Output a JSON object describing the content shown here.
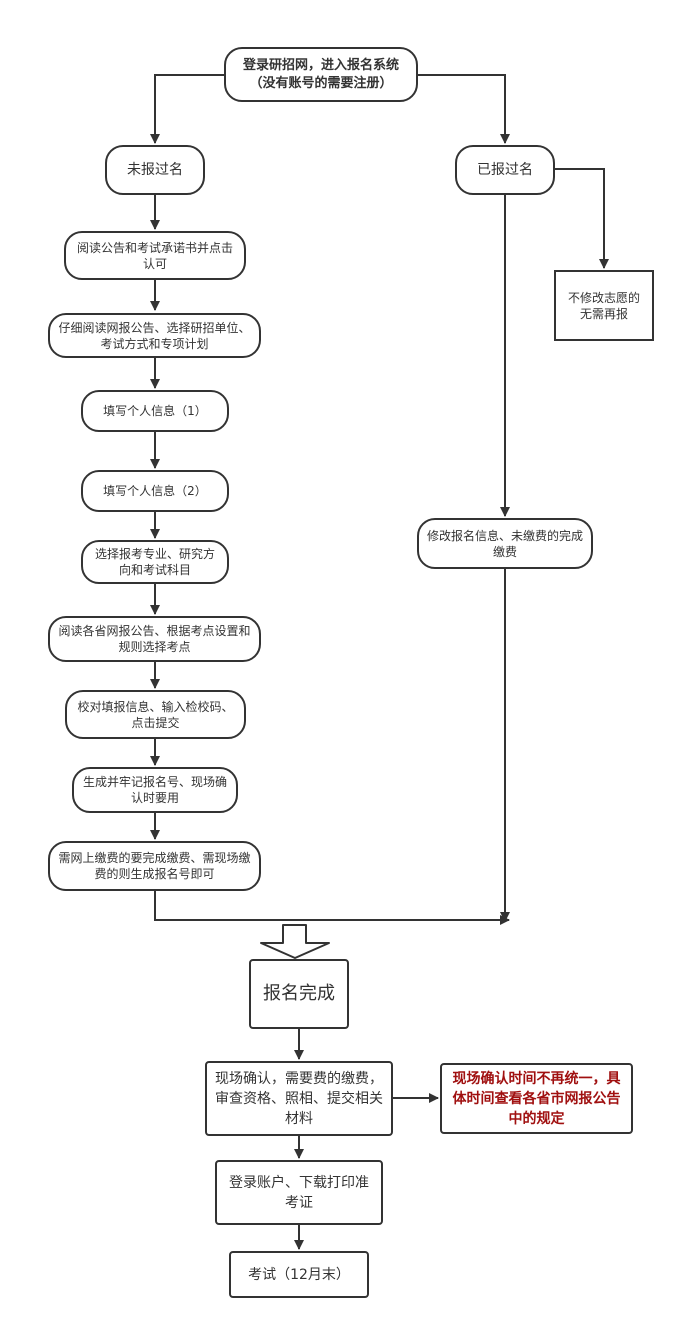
{
  "start": "登录研招网，进入报名系统（没有账号的需要注册）",
  "left_branch": {
    "title": "未报过名",
    "steps": [
      "阅读公告和考试承诺书并点击认可",
      "仔细阅读网报公告、选择研招单位、考试方式和专项计划",
      "填写个人信息（1）",
      "填写个人信息（2）",
      "选择报考专业、研究方向和考试科目",
      "阅读各省网报公告、根据考点设置和规则选择考点",
      "校对填报信息、输入检校码、点击提交",
      "生成并牢记报名号、现场确认时要用",
      "需网上缴费的要完成缴费、需现场缴费的则生成报名号即可"
    ]
  },
  "right_branch": {
    "title": "已报过名",
    "no_change": "不修改志愿的无需再报",
    "modify": "修改报名信息、未缴费的完成缴费"
  },
  "complete": "报名完成",
  "confirm": "现场确认，需要费的缴费，审查资格、照相、提交相关材料",
  "note": "现场确认时间不再统一，具体时间查看各省市网报公告中的规定",
  "download": "登录账户、下载打印准考证",
  "exam": "考试（12月末）",
  "colors": {
    "line": "#333333",
    "note_text": "#a01010",
    "background": "#ffffff"
  }
}
